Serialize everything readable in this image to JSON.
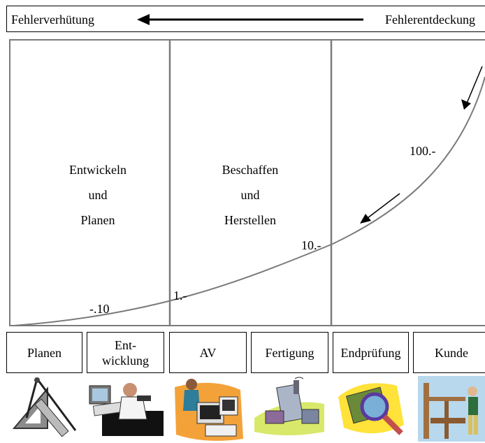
{
  "header": {
    "left_label": "Fehlerverhütung",
    "right_label": "Fehlerentdeckung"
  },
  "phases": [
    {
      "line1": "Entwickeln",
      "line2": "und",
      "line3": "Planen"
    },
    {
      "line1": "Beschaffen",
      "line2": "und",
      "line3": "Herstellen"
    }
  ],
  "cost_labels": [
    "-.10",
    "1.-",
    "10.-",
    "100.-"
  ],
  "steps": [
    {
      "label": "Planen"
    },
    {
      "label": "Ent-\nwicklung"
    },
    {
      "label": "AV"
    },
    {
      "label": "Fertigung"
    },
    {
      "label": "Endprüfung"
    },
    {
      "label": "Kunde"
    }
  ],
  "illustrations": [
    "drafting-tools-icon",
    "stressed-worker-icon",
    "computer-desk-icon",
    "factory-icon",
    "magnifying-glass-icon",
    "workshop-craftsman-icon"
  ]
}
